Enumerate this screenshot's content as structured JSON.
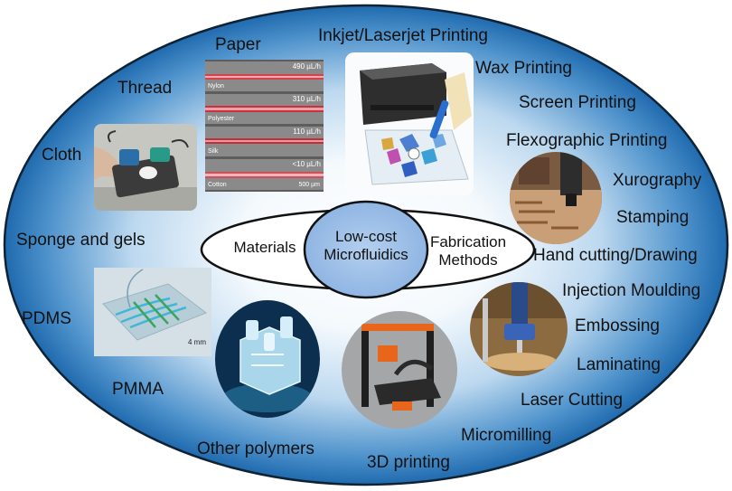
{
  "center": {
    "left": "Materials",
    "middle_line1": "Low-cost",
    "middle_line2": "Microfluidics",
    "right_line1": "Fabrication",
    "right_line2": "Methods"
  },
  "materials": {
    "paper": "Paper",
    "thread": "Thread",
    "cloth": "Cloth",
    "sponge": "Sponge and gels",
    "pdms": "PDMS",
    "pmma": "PMMA",
    "other_polymers": "Other polymers"
  },
  "methods": {
    "inkjet": "Inkjet/Laserjet Printing",
    "wax": "Wax Printing",
    "screen": "Screen Printing",
    "flexo": "Flexographic Printing",
    "xurography": "Xurography",
    "stamping": "Stamping",
    "hand_cutting": "Hand cutting/Drawing",
    "injection": "Injection Moulding",
    "embossing": "Embossing",
    "laminating": "Laminating",
    "laser": "Laser Cutting",
    "micromilling": "Micromilling",
    "printing3d": "3D printing"
  },
  "thread_photo": {
    "rates": [
      "490 µL/h",
      "310 µL/h",
      "110 µL/h",
      "<10 µL/h"
    ],
    "names": [
      "Nylon",
      "Polyester",
      "Silk",
      "Cotton"
    ],
    "scale": "500 µm"
  },
  "pdms_photo": {
    "scale": "4 mm"
  },
  "colors": {
    "ellipse_edge": "#1565a8",
    "ellipse_center": "#ffffff",
    "thread_red": "#c8323c",
    "printer_blue": "#2a6fd0",
    "printer_orange": "#e8651c"
  }
}
